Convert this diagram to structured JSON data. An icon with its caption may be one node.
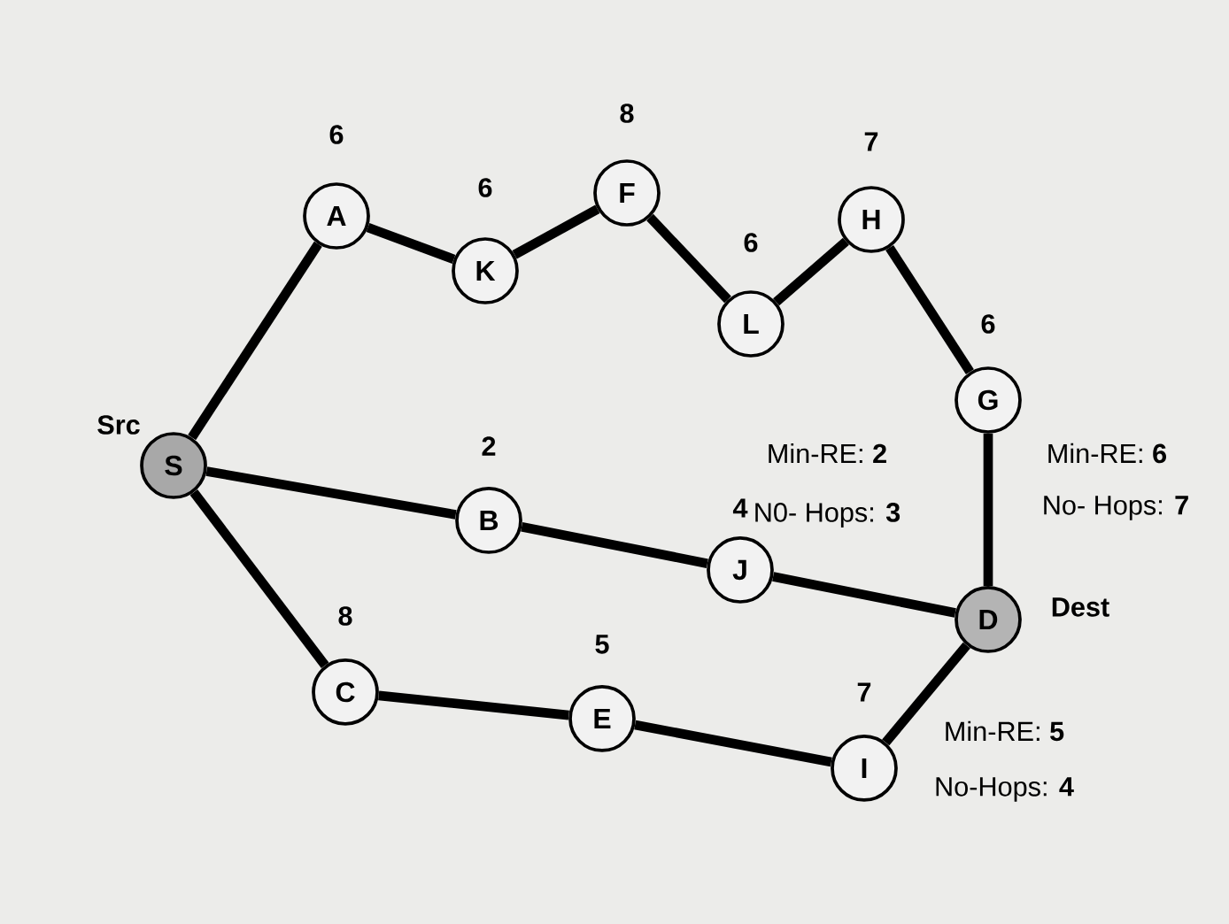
{
  "diagram": {
    "nodes": [
      {
        "text": [
          "S"
        ],
        "beside": [
          "Src"
        ]
      },
      {
        "text": [
          "A"
        ],
        "beside": [
          "6"
        ]
      },
      {
        "text": [
          "K"
        ],
        "beside": [
          "6"
        ]
      },
      {
        "text": [
          "F"
        ],
        "beside": [
          "8"
        ]
      },
      {
        "text": [
          "L"
        ],
        "beside": [
          "6"
        ]
      },
      {
        "text": [
          "H"
        ],
        "beside": [
          "7"
        ]
      },
      {
        "text": [
          "G"
        ],
        "beside": [
          "6"
        ]
      },
      {
        "text": [
          "B"
        ],
        "beside": [
          "2"
        ]
      },
      {
        "text": [
          "J"
        ],
        "beside": [
          "4"
        ]
      },
      {
        "text": [
          "C"
        ],
        "beside": [
          "8"
        ]
      },
      {
        "text": [
          "E"
        ],
        "beside": [
          "5"
        ]
      },
      {
        "text": [
          "I"
        ],
        "beside": [
          "7"
        ]
      },
      {
        "text": [
          "D"
        ],
        "beside": [
          "Dest"
        ]
      }
    ],
    "edges": [
      {
        "from": 0,
        "to": 1,
        "arrow": "none"
      },
      {
        "from": 1,
        "to": 2,
        "arrow": "none"
      },
      {
        "from": 2,
        "to": 3,
        "arrow": "none"
      },
      {
        "from": 3,
        "to": 4,
        "arrow": "none"
      },
      {
        "from": 4,
        "to": 5,
        "arrow": "none"
      },
      {
        "from": 5,
        "to": 6,
        "arrow": "none"
      },
      {
        "from": 6,
        "to": 12,
        "arrow": "none"
      },
      {
        "from": 0,
        "to": 7,
        "arrow": "none"
      },
      {
        "from": 7,
        "to": 8,
        "arrow": "none"
      },
      {
        "from": 8,
        "to": 12,
        "arrow": "none"
      },
      {
        "from": 0,
        "to": 9,
        "arrow": "none"
      },
      {
        "from": 9,
        "to": 10,
        "arrow": "none"
      },
      {
        "from": 10,
        "to": 11,
        "arrow": "none"
      },
      {
        "from": 11,
        "to": 12,
        "arrow": "none"
      }
    ],
    "labels": [
      "Min-RE: **2**",
      "Min-RE: **6**",
      "N0- Hops: **3**",
      "No- Hops: **7**",
      "Min-RE: **5**",
      "No-Hops: **4**"
    ]
  }
}
